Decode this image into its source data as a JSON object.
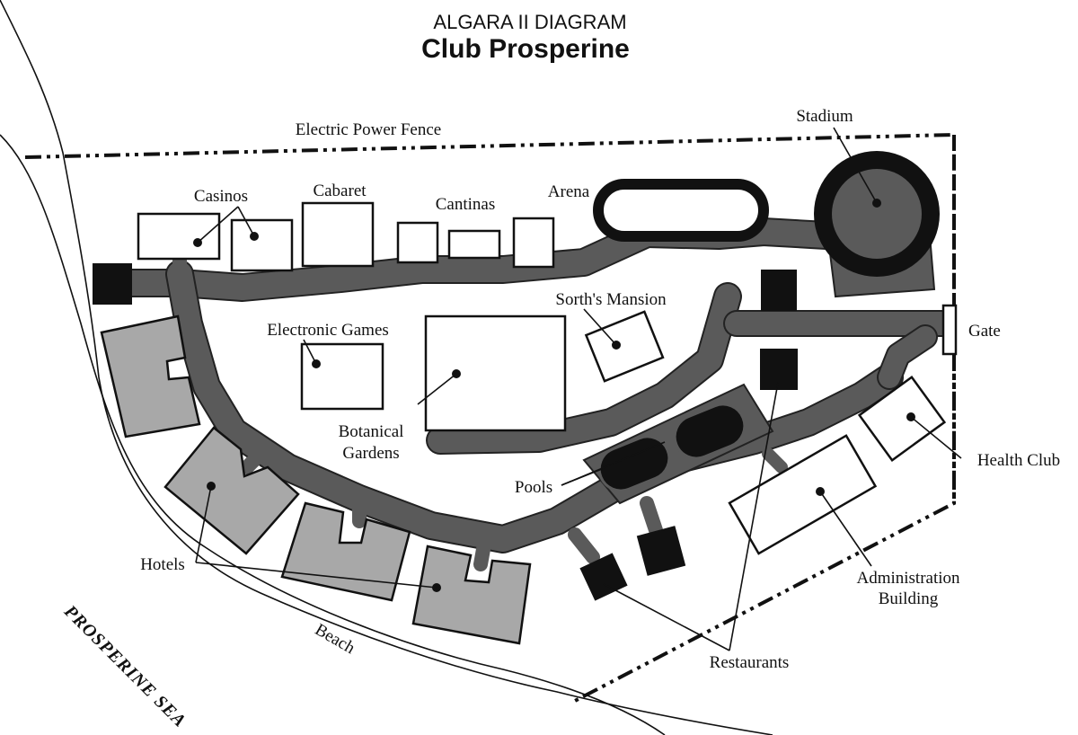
{
  "header": {
    "subtitle": "ALGARA II DIAGRAM",
    "title": "Club Prosperine"
  },
  "labels": {
    "fence": "Electric Power Fence",
    "stadium": "Stadium",
    "casinos": "Casinos",
    "cabaret": "Cabaret",
    "cantinas": "Cantinas",
    "arena": "Arena",
    "sorths_mansion": "Sorth's Mansion",
    "electronic_games": "Electronic Games",
    "botanical_gardens_line1": "Botanical",
    "botanical_gardens_line2": "Gardens",
    "gate": "Gate",
    "pools": "Pools",
    "health_club": "Health Club",
    "hotels": "Hotels",
    "administration_line1": "Administration",
    "administration_line2": "Building",
    "restaurants": "Restaurants",
    "beach": "Beach",
    "sea": "PROSPERINE SEA"
  },
  "colors": {
    "walkway": "#5a5a5a",
    "hotel_fill": "#a8a8a8",
    "ink": "#111111"
  }
}
